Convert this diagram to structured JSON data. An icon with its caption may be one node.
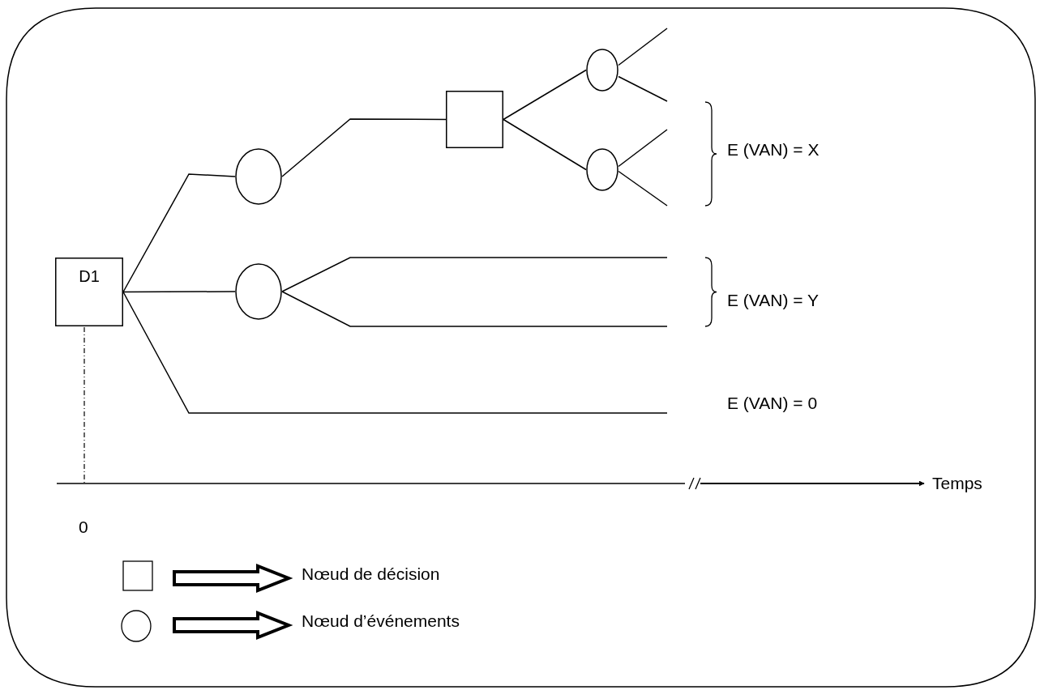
{
  "diagram": {
    "nodes": [
      {
        "text": [
          "D1"
        ]
      },
      {
        "text": [],
        "shape": "circle"
      },
      {
        "text": [],
        "shape": "circle"
      },
      {
        "text": [],
        "shape": "box"
      },
      {
        "text": [],
        "shape": "circle"
      },
      {
        "text": [],
        "shape": "circle"
      }
    ],
    "edges": [
      {
        "from": 0,
        "to": 1,
        "arrow": "none"
      },
      {
        "from": 0,
        "to": 2,
        "arrow": "none"
      },
      {
        "from": 0,
        "to": null,
        "arrow": "none"
      },
      {
        "from": 1,
        "to": 3,
        "arrow": "none"
      },
      {
        "from": 3,
        "to": 4,
        "arrow": "none"
      },
      {
        "from": 3,
        "to": 5,
        "arrow": "none"
      },
      {
        "from": 4,
        "to": null,
        "arrow": "none"
      },
      {
        "from": 4,
        "to": null,
        "arrow": "none"
      },
      {
        "from": 5,
        "to": null,
        "arrow": "none"
      },
      {
        "from": 5,
        "to": null,
        "arrow": "none"
      },
      {
        "from": 2,
        "to": null,
        "arrow": "none"
      },
      {
        "from": 2,
        "to": null,
        "arrow": "none"
      }
    ],
    "labels": [
      "E (VAN) = X",
      "E (VAN) = Y",
      "E (VAN) = 0",
      "Temps",
      "0"
    ],
    "legend": [
      {
        "text": "Nœud de décision"
      },
      {
        "text": "Nœud d’événements"
      }
    ]
  }
}
